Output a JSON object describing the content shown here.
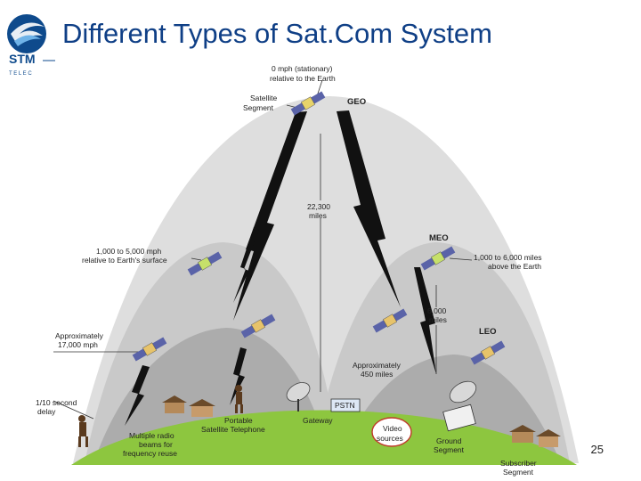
{
  "title": "Different Types of Sat.Com System",
  "page_number": "25",
  "logo": {
    "text": "STM",
    "subtext": "T E L E C"
  },
  "labels": {
    "geo": "GEO",
    "meo": "MEO",
    "leo": "LEO",
    "geo_speed": [
      "0 mph (stationary)",
      "relative to the Earth"
    ],
    "satellite_segment": [
      "Satellite",
      "Segment"
    ],
    "geo_distance": [
      "22,300",
      "miles"
    ],
    "meo_speed": [
      "1,000 to 5,000 mph",
      "relative to Earth's surface"
    ],
    "meo_distance": [
      "1,000 to 6,000 miles",
      "above the Earth"
    ],
    "meo_altitude": [
      "6,000",
      "miles"
    ],
    "leo_speed": [
      "Approximately",
      "17,000 mph"
    ],
    "leo_altitude": [
      "Approximately",
      "450 miles"
    ],
    "delay": [
      "1/10 second",
      "delay"
    ],
    "radio_beams": [
      "Multiple radio",
      "beams for",
      "frequency reuse"
    ],
    "portable_phone": [
      "Portable",
      "Satellite Telephone"
    ],
    "gateway": "Gateway",
    "pstn": "PSTN",
    "video_sources": [
      "Video",
      "sources"
    ],
    "ground_segment": [
      "Ground",
      "Segment"
    ],
    "subscriber_segment": [
      "Subscriber",
      "Segment"
    ]
  },
  "colors": {
    "title": "#0f3f86",
    "ground": "#8dc63f",
    "dome_light": "#dcdcdc",
    "dome_mid": "#c4c4c4",
    "dome_dark": "#a8a8a8",
    "panel": "#5a63a8",
    "satellite_body": "#e7d36a"
  }
}
